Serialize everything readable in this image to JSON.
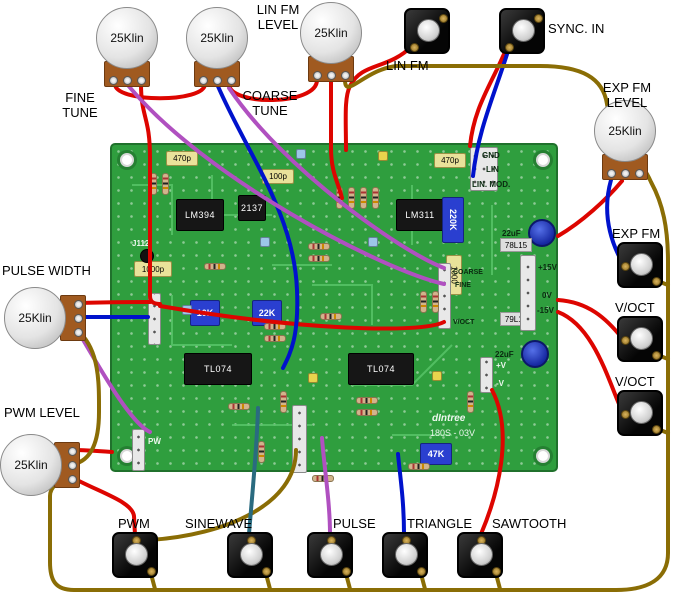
{
  "colors": {
    "red": "#dd0500",
    "blue": "#0012cc",
    "purple": "#b050c0",
    "ground": "#8a6d05",
    "teal": "#2a6b80",
    "board": "#2f9e3e"
  },
  "pots": [
    {
      "value": "25Klin",
      "label1": "FINE",
      "label2": "TUNE"
    },
    {
      "value": "25Klin",
      "label1": "COARSE",
      "label2": "TUNE"
    },
    {
      "value": "25Klin",
      "label1": "LIN FM",
      "label2": "LEVEL"
    },
    {
      "value": "25Klin",
      "label1": "EXP FM",
      "label2": "LEVEL"
    },
    {
      "value": "25Klin",
      "label1": "PULSE WIDTH",
      "label2": ""
    },
    {
      "value": "25Klin",
      "label1": "PWM LEVEL",
      "label2": ""
    }
  ],
  "jacks": [
    {
      "label": "LIN FM"
    },
    {
      "label": "SYNC. IN"
    },
    {
      "label": "EXP FM"
    },
    {
      "label": "V/OCT"
    },
    {
      "label": "V/OCT"
    },
    {
      "label": "PWM"
    },
    {
      "label": "SINEWAVE"
    },
    {
      "label": "PULSE"
    },
    {
      "label": "TRIANGLE"
    },
    {
      "label": "SAWTOOTH"
    }
  ],
  "board": {
    "ics": [
      {
        "label": "LM394"
      },
      {
        "label": "2137"
      },
      {
        "label": "LM311"
      },
      {
        "label": "TL074"
      },
      {
        "label": "TL074"
      }
    ],
    "trimmers": [
      {
        "label": "220K"
      },
      {
        "label": "10K"
      },
      {
        "label": "22K"
      },
      {
        "label": "47K"
      }
    ],
    "caps": [
      {
        "label": "470p"
      },
      {
        "label": "100p"
      },
      {
        "label": "1000p"
      },
      {
        "label": "470p"
      },
      {
        "label": "1000"
      },
      {
        "label": "22uF"
      },
      {
        "label": "22uF"
      }
    ],
    "regulators": [
      {
        "label": "78L15"
      },
      {
        "label": "79L15"
      }
    ],
    "silk": {
      "gnd": "GND",
      "lin": "LIN",
      "lin_mod": "LIN. MOD.",
      "p15": "+15V",
      "zero": "0V",
      "m15": "-15V",
      "coarse": "COARSE",
      "fine": "FINE",
      "voct": "V/OCT",
      "pv": "+V",
      "mv": "-V",
      "pw": "PW",
      "j112": "J112",
      "brand": "dIntree",
      "rev": "180S - 03V"
    }
  }
}
